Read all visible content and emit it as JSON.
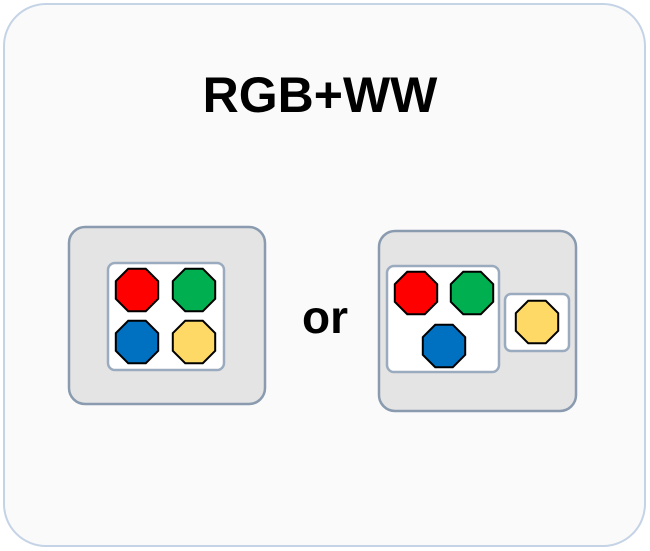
{
  "title": "RGB+WW",
  "separator": "or",
  "colors": {
    "red": "#ff0000",
    "green": "#00b050",
    "blue": "#0070c0",
    "warm_white": "#ffd966",
    "box_fill": "#e4e4e4",
    "box_border": "#8a9bb0",
    "card_border": "#c5d3e6"
  },
  "options": [
    {
      "layout": "single-module",
      "leds": [
        "red",
        "green",
        "blue",
        "warm_white"
      ]
    },
    {
      "layout": "split-module",
      "leds_rgb": [
        "red",
        "green",
        "blue"
      ],
      "leds_ww": [
        "warm_white"
      ]
    }
  ]
}
